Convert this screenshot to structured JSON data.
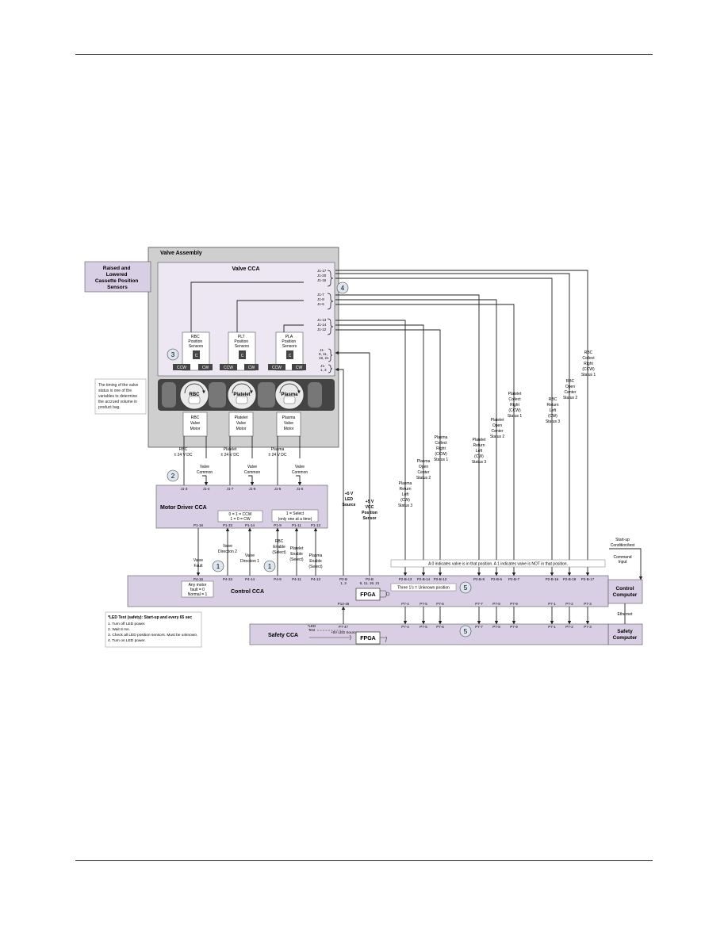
{
  "blocks": {
    "valve_assembly": "Valve Assembly",
    "valve_cca": "Valve CCA",
    "cassette_sensors": [
      "Raised and",
      "Lowered",
      "Cassette Position",
      "Sensors"
    ],
    "motor_driver_cca": "Motor Driver CCA",
    "control_cca": "Control CCA",
    "safety_cca": "Safety CCA",
    "control_computer": [
      "Control",
      "Computer"
    ],
    "safety_computer": [
      "Safety",
      "Computer"
    ],
    "fpga": "FPGA"
  },
  "callouts": [
    "1",
    "2",
    "3",
    "4",
    "5"
  ],
  "position_sensors": [
    {
      "label": [
        "RBC",
        "Position",
        "Sensors"
      ],
      "mark": "C",
      "ccw": "CCW",
      "cw": "CW"
    },
    {
      "label": [
        "PLT",
        "Position",
        "Sensors"
      ],
      "mark": "C",
      "ccw": "CCW",
      "cw": "CW"
    },
    {
      "label": [
        "PLA",
        "Position",
        "Sensors"
      ],
      "mark": "C",
      "ccw": "CCW",
      "cw": "CW"
    }
  ],
  "valve_wheels": [
    "RBC",
    "Platelet",
    "Plasma"
  ],
  "valve_motors": [
    [
      "RBC",
      "Valve",
      "Motor"
    ],
    [
      "Platelet",
      "Valve",
      "Motor"
    ],
    [
      "Plasma",
      "Valve",
      "Motor"
    ]
  ],
  "timing_note": [
    "The timing of the valve",
    "status is one of the",
    "variables to determine",
    "the accrued volume in",
    "product bag."
  ],
  "motor_power": [
    [
      "RBC",
      "± 24 V DC"
    ],
    [
      "Platelet",
      "± 24 V DC"
    ],
    [
      "Plasma",
      "± 24 V DC"
    ]
  ],
  "valve_common": [
    "Valve",
    "Common"
  ],
  "motor_pins": [
    "J1-3",
    "J1-4",
    "J1-7",
    "J1-8",
    "J1-5",
    "J1-6"
  ],
  "valve_cca_pins": {
    "group_a": [
      "J1-17",
      "J1-20",
      "J1-16"
    ],
    "group_b": [
      "J1-7",
      "J1-8",
      "J1-6"
    ],
    "group_c": [
      "J1-13",
      "J1-14",
      "J1-12"
    ],
    "vcc": [
      "J1-",
      "9, 11,",
      "19, 21"
    ],
    "led": [
      "J1-",
      "1, 3"
    ]
  },
  "direction_box": [
    "0 = 1 = CCW",
    "1 = 0 = CW"
  ],
  "select_box": [
    "1 = Select",
    "(only one at a time)"
  ],
  "motor_out_pins": [
    "P1-16",
    "P1-33",
    "P1-14",
    "P1-9",
    "P1-11",
    "P1-13"
  ],
  "control_signals": [
    [
      "Valve",
      "Fault"
    ],
    [
      "Valve",
      "Direction 2"
    ],
    [
      "Valve",
      "Direction 1"
    ],
    [
      "RBC",
      "Enable",
      "(Select)"
    ],
    [
      "Platelet",
      "Enable",
      "(Select)"
    ],
    [
      "Plasma",
      "Enable",
      "(Select)"
    ]
  ],
  "control_in_pins": [
    "P4-16",
    "P4-33",
    "P4-14",
    "P4-9",
    "P4-11",
    "P4-13"
  ],
  "fault_box": [
    "Any motor",
    "fault = 0",
    "Normal = 1"
  ],
  "led_source": [
    "+5 V",
    "LED",
    "Source"
  ],
  "vcc_source": [
    "+5 V",
    "VCC",
    "Position",
    "Sensor"
  ],
  "control_power_pins": [
    [
      "P2-B",
      "1, 3"
    ],
    [
      "P2-B",
      "9, 11, 19, 21"
    ]
  ],
  "status_signals": [
    [
      "Plasma",
      "Return",
      "Left",
      "(CW)",
      "Status 3"
    ],
    [
      "Plasma",
      "Open",
      "Center",
      "Status 2"
    ],
    [
      "Plasma",
      "Collect",
      "Right",
      "(CCW)",
      "Status 1"
    ],
    [
      "Platelet",
      "Return",
      "Left",
      "(CW)",
      "Status 3"
    ],
    [
      "Platelet",
      "Open",
      "Center",
      "Status 2"
    ],
    [
      "Platelet",
      "Collect",
      "Right",
      "(CCW)",
      "Status 1"
    ],
    [
      "RBC",
      "Return",
      "Left",
      "(CW)",
      "Status 3"
    ],
    [
      "RBC",
      "Open",
      "Center",
      "Status 2"
    ],
    [
      "RBC",
      "Collect",
      "Right",
      "(CCW)",
      "Status 1"
    ]
  ],
  "status_in_pins": [
    "P2-B-13",
    "P2-B-14",
    "P2-B-12",
    "P2-B-8",
    "P2-B-6",
    "P2-B-7",
    "P2-B-16",
    "P2-B-18",
    "P2-B-17"
  ],
  "status_out_pins": [
    "P7-4",
    "P7-5",
    "P7-6",
    "P7-7",
    "P7-8",
    "P7-9",
    "P7-1",
    "P7-2",
    "P7-3"
  ],
  "safety_pins": [
    "P7-4",
    "P7-5",
    "P7-6",
    "P7-7",
    "P7-8",
    "P7-9",
    "P7-1",
    "P7-2",
    "P7-3"
  ],
  "status_note": "A 0 indicates valve is in that position. A 1 indicates valve is NOT in that position.",
  "unknown_note": "Three 1's = Unknown position",
  "startup": [
    "Start-up",
    "Condition/test"
  ],
  "command_input": [
    "Command",
    "Input"
  ],
  "ethernet": "Ethernet",
  "safety_led_pins": [
    "P12-46",
    "P7-47"
  ],
  "safety_led_label": [
    "*LED",
    "Test"
  ],
  "safety_led_source": "+5V LED Source",
  "led_test": {
    "title": "*LED Test (safety): Start-up and every 65 sec",
    "steps": [
      "1. Turn off LED power.",
      "2. Wait 8 ms.",
      "3. Check all LED position sensors. Must be unknown.",
      "4. Turn on LED power."
    ]
  },
  "colors": {
    "assembly_fill": "#cfcfcf",
    "cca_fill": "#d9cfe4",
    "panel_fill": "#ece7f2",
    "callout_fill": "#dde6ef",
    "line": "#222222"
  }
}
